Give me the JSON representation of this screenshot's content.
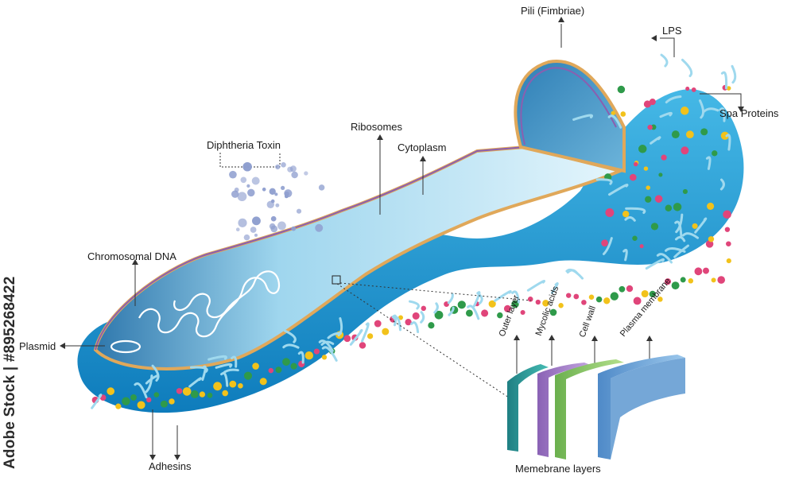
{
  "labels": {
    "pili": "Pili (Fimbriae)",
    "lps": "LPS",
    "spa_proteins": "Spa Proteins",
    "ribosomes": "Ribosomes",
    "cytoplasm": "Cytoplasm",
    "diphtheria_toxin": "Diphtheria Toxin",
    "chromosomal_dna": "Chromosomal DNA",
    "plasmid": "Plasmid",
    "adhesins": "Adhesins",
    "membrane_layers_title": "Memebrane layers",
    "outer_layer": "Outer layer",
    "mycolic_acids": "Mycolic acids",
    "cell_wall": "Cell wall",
    "plasma_membrane": "Plasma membrane"
  },
  "watermark": "Adobe Stock | #895268422",
  "colors": {
    "cell_body": "#1f9fd6",
    "cell_dark": "#0b6fa8",
    "cytoplasm_light": "#d8f1fb",
    "membrane_outer": "#e0a85a",
    "membrane_inner": "#8a5fb0",
    "outer_layer": "#2a9d9a",
    "mycolic_acids": "#a882c8",
    "cell_wall": "#8cc96c",
    "plasma_membrane": "#6aa6d8",
    "toxin": "#8f9fcf",
    "ribosome": "#e0457a",
    "yellow_protein": "#f2c21b",
    "green_protein": "#2f9a4a"
  },
  "icons": {
    "dna": "dna-coil-icon",
    "toxin": "toxin-particle-icon",
    "pilus": "pilus-hair-icon"
  }
}
